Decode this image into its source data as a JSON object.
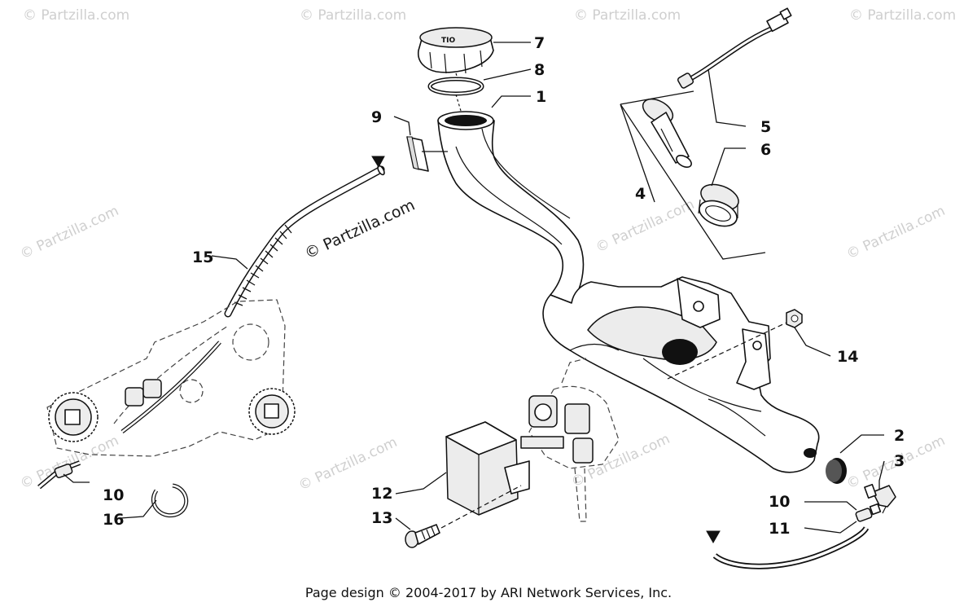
{
  "watermarks": {
    "corner": "© Partzilla.com",
    "center": "© Partzilla.com"
  },
  "callouts": {
    "c1": "1",
    "c2": "2",
    "c3": "3",
    "c4": "4",
    "c5": "5",
    "c6": "6",
    "c7": "7",
    "c8": "8",
    "c9": "9",
    "c10a": "10",
    "c10b": "10",
    "c11": "11",
    "c12": "12",
    "c13": "13",
    "c14": "14",
    "c15": "15",
    "c16": "16"
  },
  "cap_mark": "TIO",
  "footer": "Page design © 2004-2017 by ARI Network Services, Inc."
}
